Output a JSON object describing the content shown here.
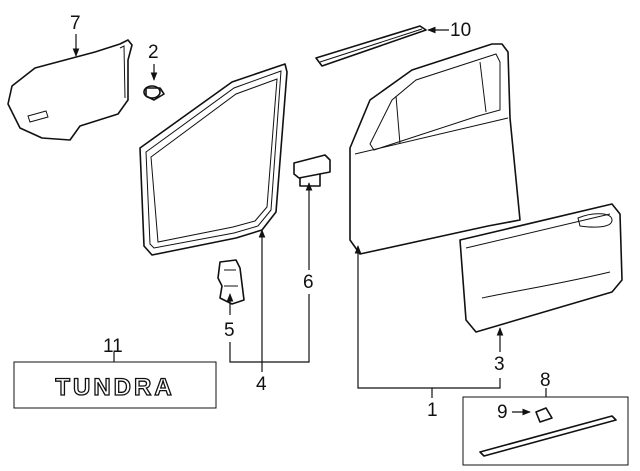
{
  "callouts": {
    "c1": "1",
    "c2": "2",
    "c3": "3",
    "c4": "4",
    "c5": "5",
    "c6": "6",
    "c7": "7",
    "c8": "8",
    "c9": "9",
    "c10": "10",
    "c11": "11"
  },
  "badge": {
    "text": "TUNDRA"
  }
}
